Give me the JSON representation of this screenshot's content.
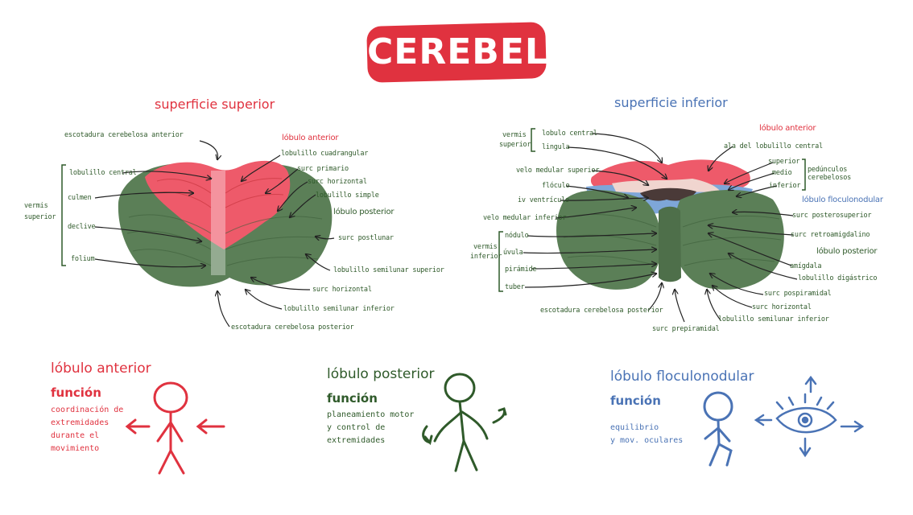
{
  "title": "CEREBELO",
  "superior": {
    "heading": "superficie superior",
    "vermis_label_1": "vermis",
    "vermis_label_2": "superior",
    "labels": {
      "escotadura_anterior": "escotadura cerebelosa anterior",
      "lobulo_central": "lobulillo central",
      "culmen": "culmen",
      "declive": "declive",
      "folium": "folium",
      "lobulo_anterior": "lóbulo anterior",
      "cuadrangular": "lobulillo cuadrangular",
      "surco_primario": "surc primario",
      "surco_horizontal_top": "surc horizontal",
      "lobulillo_simple": "lobulillo simple",
      "lobulo_posterior": "lóbulo posterior",
      "surco_postlunar": "surc postlunar",
      "semilunar_superior": "lobulillo semilunar superior",
      "surco_horizontal": "surc horizontal",
      "semilunar_inferior": "lobulillo semilunar inferior",
      "escotadura_posterior": "escotadura cerebelosa posterior"
    }
  },
  "inferior": {
    "heading": "superficie inferior",
    "labels": {
      "vermis_sup_1": "vermis",
      "vermis_sup_2": "superior",
      "lobulo_central": "lobulo central",
      "lingula": "lingula",
      "velo_superior": "velo medular superior",
      "floculo": "flóculo",
      "iv_ventriculo": "iv ventrículo",
      "velo_inferior": "velo medular inferior",
      "vermis_inf_1": "vermis",
      "vermis_inf_2": "inferior",
      "nodulo": "nódulo",
      "uvula": "úvula",
      "piramide": "pirámide",
      "tuber": "tuber",
      "escotadura_posterior": "escotadura cerebelosa posterior",
      "surco_prepiramidal": "surc prepiramidal",
      "lobulo_anterior": "lóbulo anterior",
      "ala": "ala del lobulillo central",
      "ped_superior": "superior",
      "ped_medio": "medio",
      "ped_inferior": "inferior",
      "pedunculos_1": "pedúnculos",
      "pedunculos_2": "cerebelosos",
      "floculonodular": "lóbulo floculonodular",
      "surco_posterosuperior": "surc posterosuperior",
      "surco_retroamigdalino": "surc retroamigdalino",
      "lobulo_posterior": "lóbulo posterior",
      "amigdala": "amígdala",
      "digastrico": "lobulillo digástrico",
      "surco_pospiramidal": "surc pospiramidal",
      "surco_horizontal": "surc horizontal",
      "semilunar_inferior": "lobulillo semilunar inferior"
    }
  },
  "functions": [
    {
      "lobe": "lóbulo anterior",
      "funcion": "función",
      "desc": [
        "coordinación de",
        "extremidades",
        "durante el",
        "movimiento"
      ]
    },
    {
      "lobe": "lóbulo posterior",
      "funcion": "función",
      "desc": [
        "planeamiento motor",
        "y control de",
        "extremidades"
      ]
    },
    {
      "lobe": "lóbulo floculonodular",
      "funcion": "función",
      "desc": [
        "equilibrio",
        "y mov. oculares"
      ]
    }
  ],
  "colors": {
    "red": "#e0323f",
    "green": "#2f5a2a",
    "blue": "#4a73b5",
    "cb_green": "#5b7f57",
    "cb_pink": "#ee5a6a"
  }
}
